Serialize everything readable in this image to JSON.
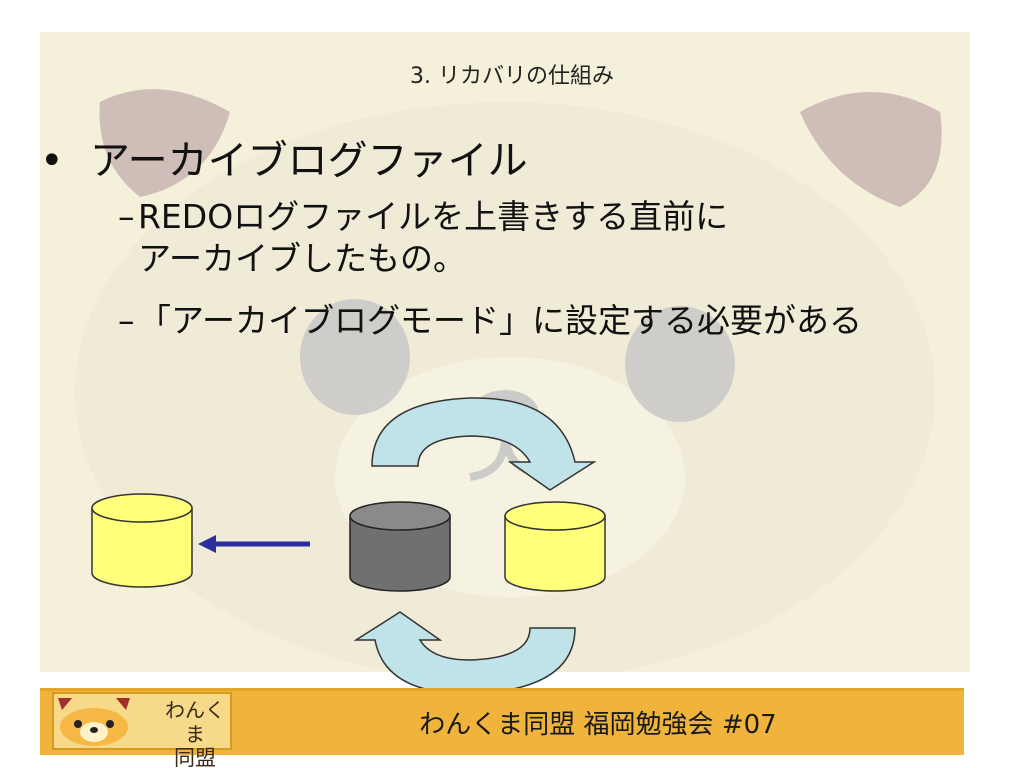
{
  "slide": {
    "title": "3. リカバリの仕組み",
    "bullet_main": "アーカイブログファイル",
    "bullet_dot": "•",
    "sub_dash": "–",
    "sub_bullets": [
      {
        "line1": "REDOログファイルを上書きする直前に",
        "line2": "アーカイブしたもの。"
      },
      {
        "line1": "「アーカイブログモード」に設定する必要がある"
      }
    ]
  },
  "footer": {
    "logo_line1": "わんくま",
    "logo_line2": "同盟",
    "text": "わんくま同盟 福岡勉強会 #07"
  },
  "colors": {
    "panel_bg": "#f4f0d9",
    "footer_bg": "#f0b43c",
    "cylinder_yellow": "#ffff7a",
    "cylinder_gray": "#707070",
    "arrow_blue": "#2a2fa0",
    "circular_arrow": "#bfe3e8"
  }
}
